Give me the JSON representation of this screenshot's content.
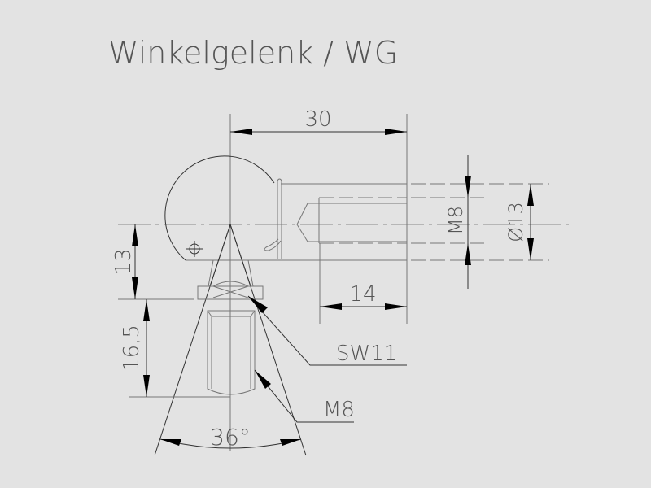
{
  "title": "Winkelgelenk / WG",
  "dimensions": {
    "length_30": "30",
    "thread_m8_shaft": "M8",
    "diameter_13": "Ø13",
    "height_13": "13",
    "length_14": "14",
    "height_16_5": "16,5",
    "angle_36": "36°"
  },
  "callouts": {
    "wrench_size": "SW11",
    "stud_thread": "M8"
  }
}
